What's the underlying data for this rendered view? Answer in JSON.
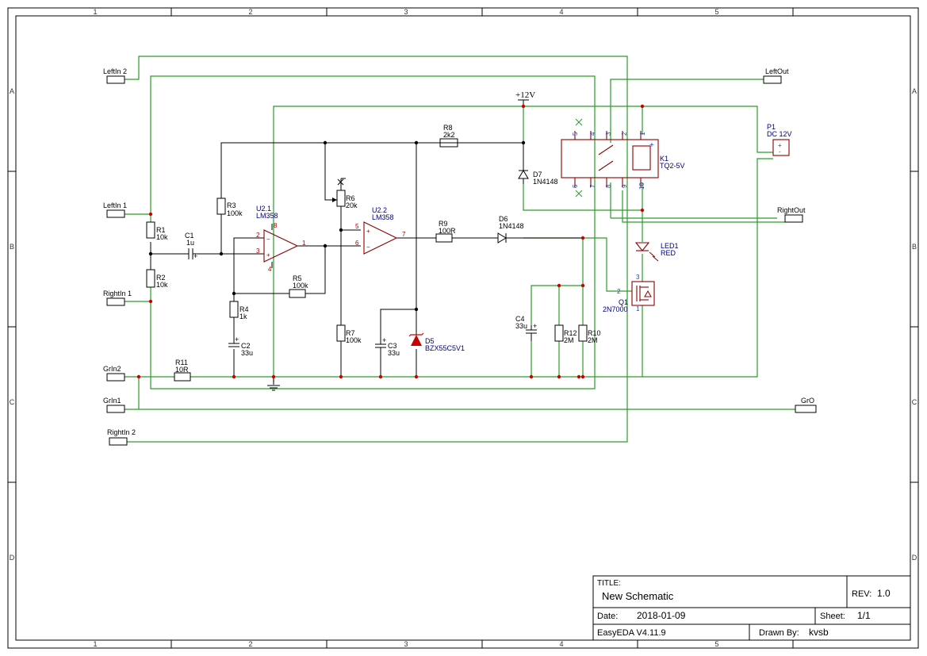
{
  "frame": {
    "columns": [
      "1",
      "2",
      "3",
      "4",
      "5"
    ],
    "rows": [
      "A",
      "B",
      "C",
      "D"
    ]
  },
  "title_block": {
    "title_label": "TITLE:",
    "title": "New Schematic",
    "rev_label": "REV:",
    "rev": "1.0",
    "date_label": "Date:",
    "date": "2018-01-09",
    "sheet_label": "Sheet:",
    "sheet": "1/1",
    "tool": "EasyEDA V4.11.9",
    "drawn_by_label": "Drawn By:",
    "drawn_by": "kvsb"
  },
  "ports": {
    "left_in_2": "LeftIn 2",
    "left_in_1": "LeftIn 1",
    "right_in_1": "RightIn 1",
    "gr_in_2": "GrIn2",
    "gr_in_1": "GrIn1",
    "right_in_2": "RightIn 2",
    "left_out": "LeftOut",
    "right_out": "RightOut",
    "gr_o": "GrO"
  },
  "power": {
    "v12": "+12V"
  },
  "components": {
    "r1": {
      "ref": "R1",
      "val": "10k"
    },
    "r2": {
      "ref": "R2",
      "val": "10k"
    },
    "c1": {
      "ref": "C1",
      "val": "1u"
    },
    "r3": {
      "ref": "R3",
      "val": "100k"
    },
    "u21": {
      "ref": "U2.1",
      "val": "LM358"
    },
    "r4": {
      "ref": "R4",
      "val": "1k"
    },
    "c2": {
      "ref": "C2",
      "val": "33u"
    },
    "r5": {
      "ref": "R5",
      "val": "100k"
    },
    "r6": {
      "ref": "R6",
      "val": "20k"
    },
    "u22": {
      "ref": "U2.2",
      "val": "LM358"
    },
    "r7": {
      "ref": "R7",
      "val": "100k"
    },
    "c3": {
      "ref": "C3",
      "val": "33u"
    },
    "d5": {
      "ref": "D5",
      "val": "BZX55C5V1"
    },
    "r8": {
      "ref": "R8",
      "val": "2k2"
    },
    "r9": {
      "ref": "R9",
      "val": "100R"
    },
    "d6": {
      "ref": "D6",
      "val": "1N4148"
    },
    "d7": {
      "ref": "D7",
      "val": "1N4148"
    },
    "c4": {
      "ref": "C4",
      "val": "33u"
    },
    "r12": {
      "ref": "R12",
      "val": "2M"
    },
    "r10": {
      "ref": "R10",
      "val": "2M"
    },
    "r11": {
      "ref": "R11",
      "val": "10R"
    },
    "q1": {
      "ref": "Q1",
      "val": "2N7000"
    },
    "led1": {
      "ref": "LED1",
      "val": "RED"
    },
    "k1": {
      "ref": "K1",
      "val": "TQ2-5V"
    },
    "p1": {
      "ref": "P1",
      "val": "DC 12V"
    }
  },
  "pins": {
    "u21": {
      "inv": "2",
      "noninv": "3",
      "out": "1",
      "vcc": "8",
      "gnd": "4"
    },
    "u22": {
      "noninv": "5",
      "inv": "6",
      "out": "7"
    },
    "k1": {
      "p5": "5",
      "p4": "4",
      "p3": "3",
      "p2": "2",
      "p1": "1",
      "p6": "6",
      "p7": "7",
      "p8": "8",
      "p9": "9",
      "p10": "10"
    },
    "q1": {
      "g": "2",
      "d": "3",
      "s": "1"
    },
    "p1": {
      "plus": "+",
      "minus": "-"
    }
  },
  "colors": {
    "wire": "#2a9d2a",
    "junction": "#cc0000",
    "component": "#8b0000",
    "label": "#000080"
  }
}
